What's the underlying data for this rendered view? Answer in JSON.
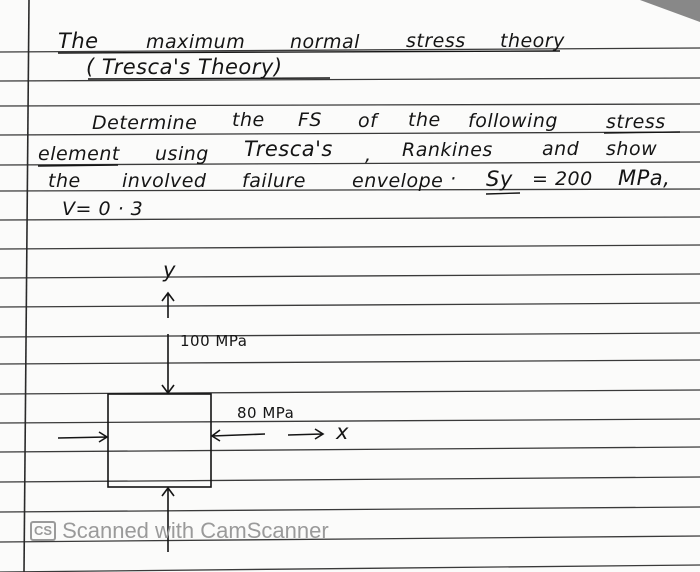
{
  "title_line": [
    "The",
    "maximum",
    "normal",
    "stress",
    "theory"
  ],
  "subtitle": "( Tresca's Theory)",
  "problem": {
    "line1": [
      "Determine",
      "the",
      "FS",
      "of",
      "the",
      "following",
      "stress"
    ],
    "line2": [
      "element",
      "using",
      "Tresca's",
      ",",
      "Rankines",
      "and",
      "show"
    ],
    "line3": [
      "the",
      "involved",
      "failure",
      "envelope",
      "·",
      "Sy",
      "= 200",
      "MPa,"
    ],
    "line4": "V= 0 · 3"
  },
  "diagram": {
    "y_axis_label": "y",
    "x_axis_label": "x",
    "vertical_stress_label": "100 MPa",
    "horizontal_stress_label": "80 MPa"
  },
  "watermark": {
    "logo": "CS",
    "text": "Scanned with CamScanner"
  },
  "colors": {
    "ink": "#151515",
    "ruled_line": "#3a3a3a",
    "watermark": "#9a9a9a"
  }
}
